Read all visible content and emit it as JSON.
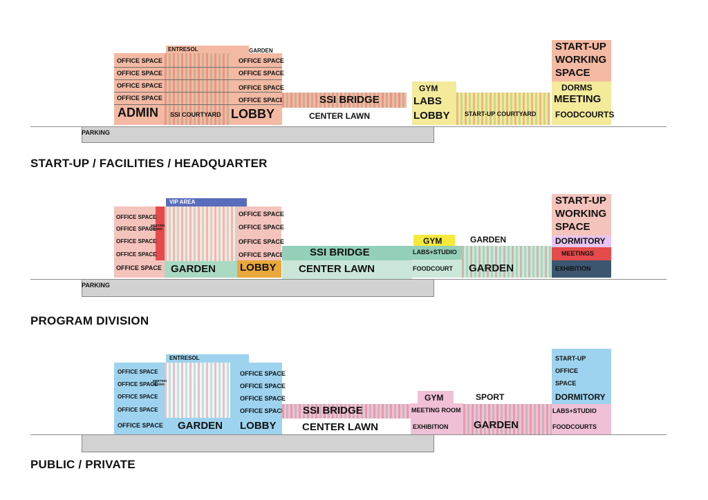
{
  "colors": {
    "hq_orange": "#f3b9a2",
    "hq_yellow": "#f3ea9a",
    "prog_pink": "#f4c3bc",
    "prog_red": "#e64b4b",
    "prog_green": "#93cfb9",
    "prog_blue": "#5a6dbd",
    "prog_navy": "#3c5670",
    "prog_gold": "#e9a83b",
    "prog_yellow": "#f5ea3a",
    "pub_blue": "#9dd3ef",
    "pub_pink": "#f0c0d6",
    "base_gray": "#d2d2d2"
  },
  "section1": {
    "heading": "START-UP / FACILITIES / HEADQUARTER",
    "labels": {
      "entresol": "ENTRESOL",
      "garden": "GARDEN",
      "office1": "OFFICE SPACE",
      "office2": "OFFICE SPACE",
      "office3": "OFFICE SPACE",
      "office4": "OFFICE SPACE",
      "admin": "ADMIN",
      "ssi_courtyard": "SSI COURTYARD",
      "office_r1": "OFFICE SPACE",
      "office_r2": "OFFICE SPACE",
      "office_r3": "OFFICE SPACE",
      "office_r4": "OFFICE SPACE",
      "lobby": "LOBBY",
      "ssi_bridge": "SSI BRIDGE",
      "center_lawn": "CENTER LAWN",
      "gym": "GYM",
      "labs": "LABS",
      "lobby2": "LOBBY",
      "startup_courtyard": "START-UP COURTYARD",
      "startup": "START-UP",
      "working": "WORKING",
      "space": "SPACE",
      "dorms": "DORMS",
      "meeting": "MEETING",
      "foodcourts": "FOODCOURTS",
      "parking": "PARKING"
    }
  },
  "section2": {
    "heading": "PROGRAM DIVISION",
    "labels": {
      "vip_area": "VIP AREA",
      "office1": "OFFICE SPACE",
      "office2": "OFFICE SPACE",
      "office3": "OFFICE SPACE",
      "office4": "OFFICE SPACE",
      "office5": "OFFICE SPACE",
      "meeting_rooms": "MEETING ROOMS",
      "garden_left": "GARDEN",
      "office_r1": "OFFICE SPACE",
      "office_r2": "OFFICE SPACE",
      "office_r3": "OFFICE SPACE",
      "office_r4": "OFFICE SPACE",
      "lobby": "LOBBY",
      "ssi_bridge": "SSI BRIDGE",
      "center_lawn": "CENTER LAWN",
      "gym": "GYM",
      "labs_studio": "LABS+STUDIO",
      "foodcourt": "FOODCOURT",
      "garden_top": "GARDEN",
      "garden_bottom": "GARDEN",
      "startup": "START-UP",
      "working": "WORKING",
      "space": "SPACE",
      "dormitory": "DORMITORY",
      "meetings": "MEETINGS",
      "exhibition": "EXHIBITION",
      "parking": "PARKING"
    }
  },
  "section3": {
    "heading": "PUBLIC / PRIVATE",
    "labels": {
      "entresol": "ENTRESOL",
      "office1": "OFFICE SPACE",
      "office2": "OFFICE SPACE",
      "office3": "OFFICE SPACE",
      "office4": "OFFICE SPACE",
      "office5": "OFFICE SPACE",
      "meeting_rooms": "MEETING ROOMS",
      "garden_left": "GARDEN",
      "office_r1": "OFFICE SPACE",
      "office_r2": "OFFICE SPACE",
      "office_r3": "OFFICE SPACE",
      "office_r4": "OFFICE SPACE",
      "lobby": "LOBBY",
      "ssi_bridge": "SSI BRIDGE",
      "center_lawn": "CENTER LAWN",
      "gym": "GYM",
      "meeting_room": "MEETING ROOM",
      "exhibition": "EXHIBITION",
      "sport": "SPORT",
      "garden": "GARDEN",
      "startup": "START-UP",
      "office": "OFFICE",
      "space": "SPACE",
      "dormitory": "DORMITORY",
      "labs_studio": "LABS+STUDIO",
      "foodcourts": "FOODCOURTS"
    }
  }
}
